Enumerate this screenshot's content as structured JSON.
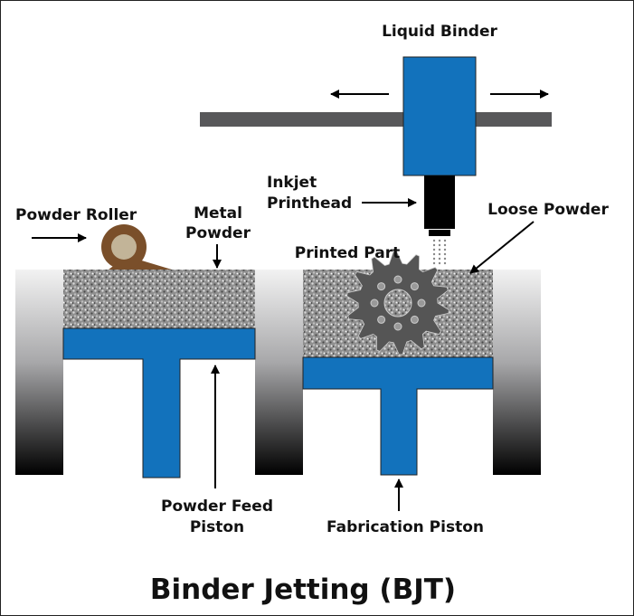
{
  "diagram": {
    "title": "Binder Jetting (BJT)",
    "labels": {
      "liquid_binder": "Liquid Binder",
      "inkjet_printhead_line1": "Inkjet",
      "inkjet_printhead_line2": "Printhead",
      "loose_powder": "Loose Powder",
      "powder_roller": "Powder Roller",
      "metal_powder_line1": "Metal",
      "metal_powder_line2": "Powder",
      "printed_part": "Printed Part",
      "powder_feed_piston_line1": "Powder Feed",
      "powder_feed_piston_line2": "Piston",
      "fabrication_piston": "Fabrication Piston"
    },
    "colors": {
      "piston_blue": "#1272bc",
      "rail_gray": "#58585a",
      "roller_brown": "#7a4f2a",
      "roller_core": "#c2b498",
      "printhead_black": "#000000",
      "part_gray": "#555555"
    }
  }
}
